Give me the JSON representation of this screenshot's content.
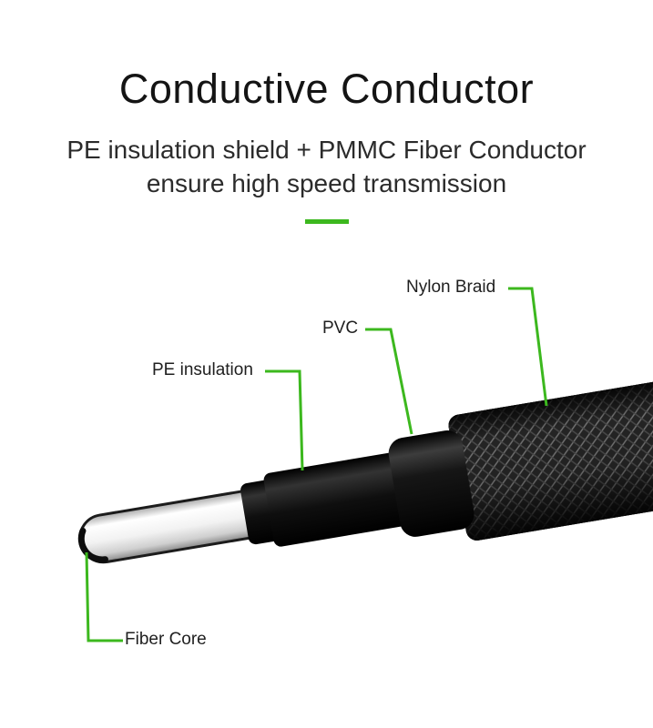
{
  "accent_color": "#3cb81e",
  "header": {
    "title": "Conductive Conductor",
    "subtitle_line1": "PE insulation shield + PMMC Fiber Conductor",
    "subtitle_line2": "ensure high speed transmission"
  },
  "diagram": {
    "labels": {
      "nylon_braid": "Nylon Braid",
      "pvc": "PVC",
      "pe_insulation": "PE insulation",
      "fiber_core": "Fiber Core"
    }
  }
}
